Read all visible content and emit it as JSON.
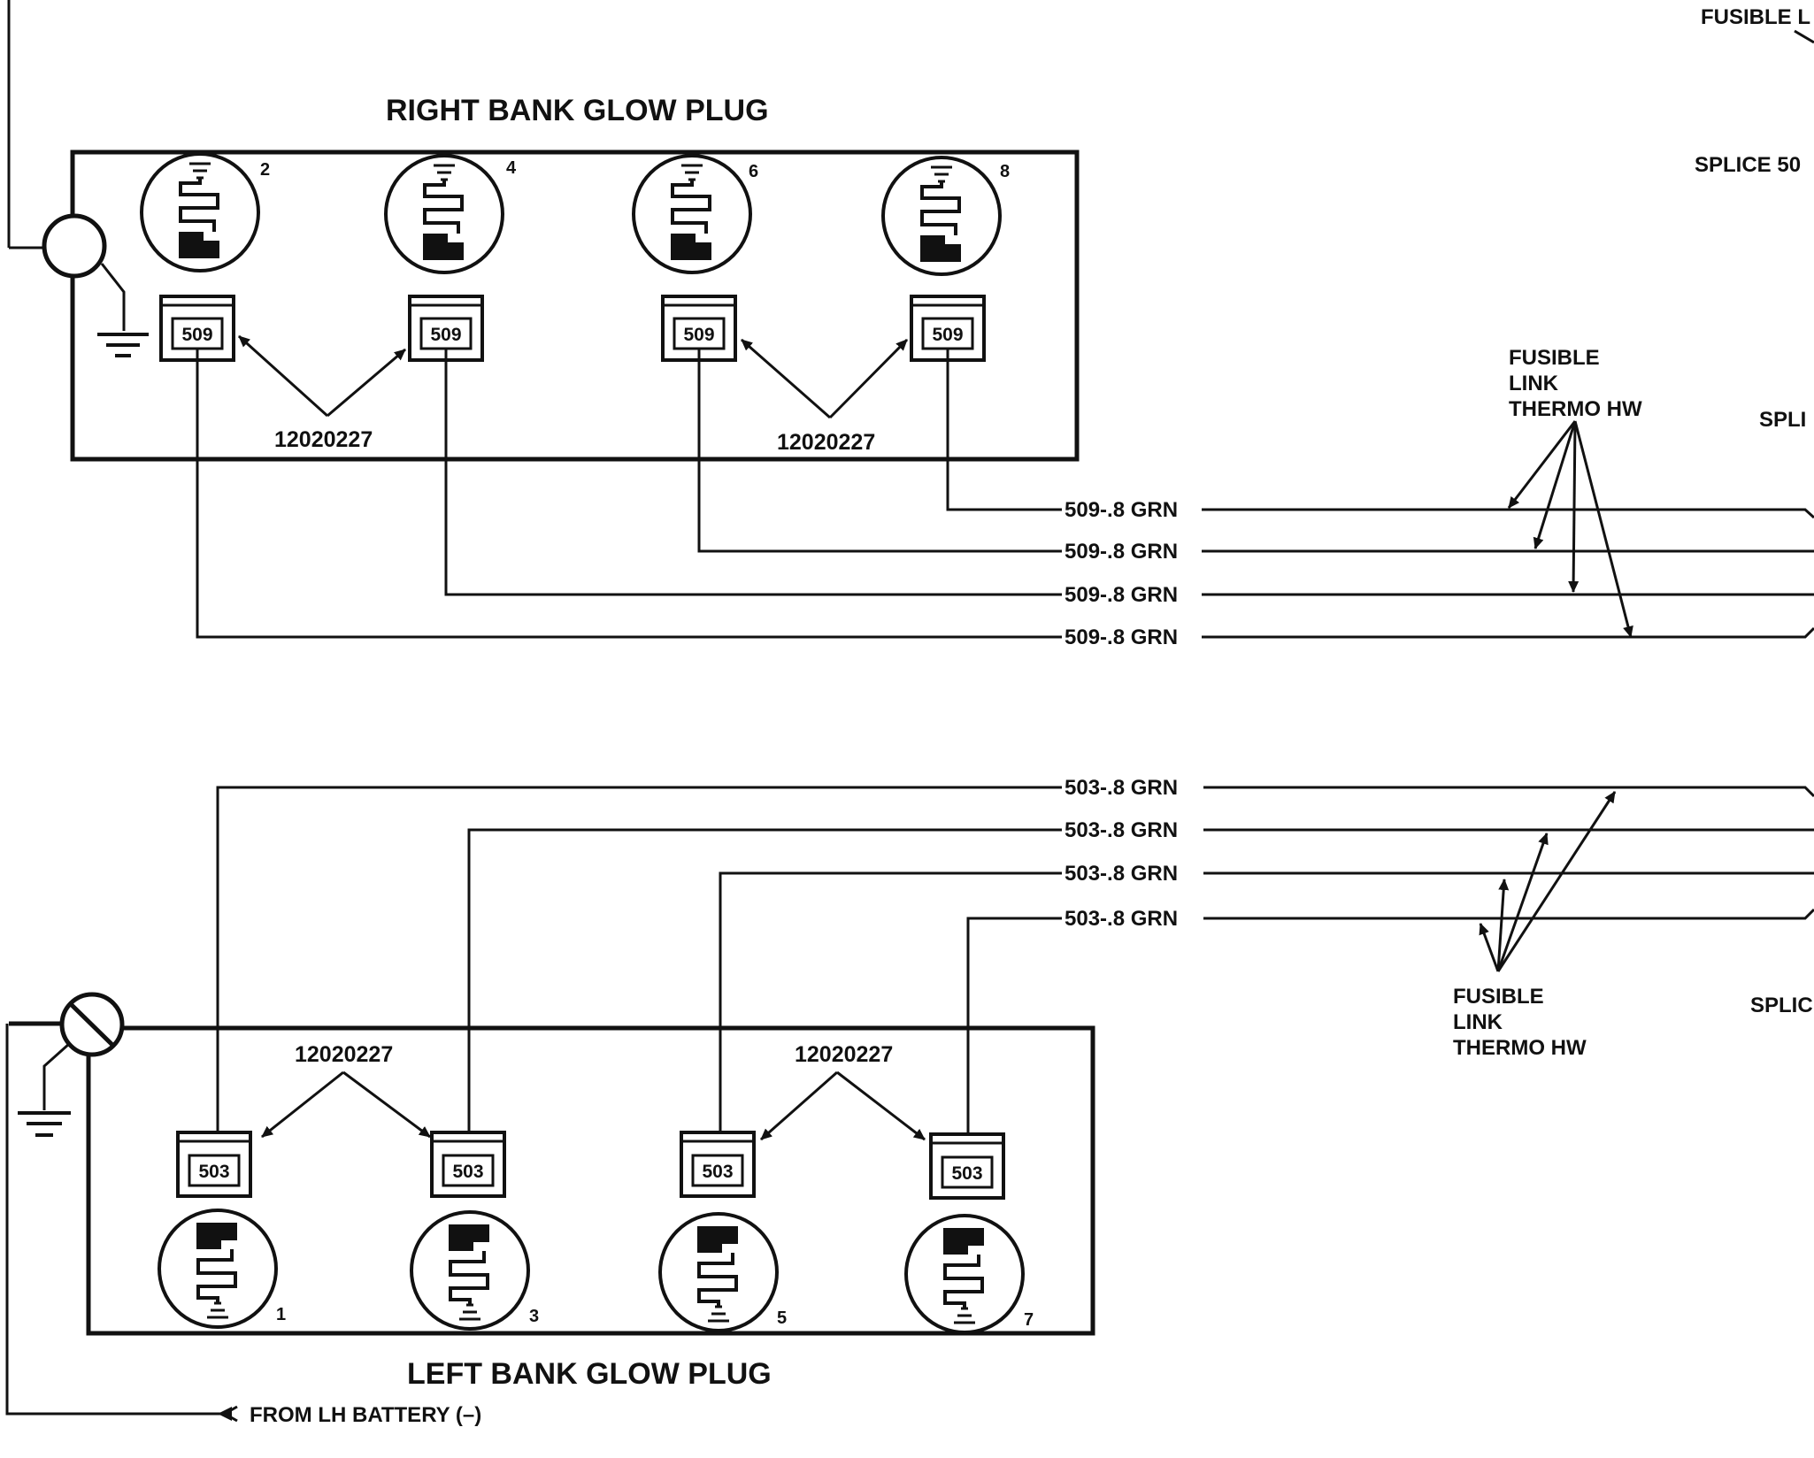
{
  "top_clip_label": "FUSIBLE L",
  "right_bank": {
    "title": "RIGHT BANK GLOW PLUG",
    "plugs": [
      {
        "number": "2",
        "terminal": "509"
      },
      {
        "number": "4",
        "terminal": "509"
      },
      {
        "number": "6",
        "terminal": "509"
      },
      {
        "number": "8",
        "terminal": "509"
      }
    ],
    "connector_part_left": "12020227",
    "connector_part_right": "12020227",
    "wires": [
      "509-.8 GRN",
      "509-.8 GRN",
      "509-.8 GRN",
      "509-.8 GRN"
    ],
    "fusible_link": [
      "FUSIBLE",
      "LINK",
      "THERMO HW"
    ],
    "splice_top": "SPLICE 50",
    "splice_mid": "SPLI"
  },
  "left_bank": {
    "title": "LEFT BANK GLOW PLUG",
    "plugs": [
      {
        "number": "1",
        "terminal": "503"
      },
      {
        "number": "3",
        "terminal": "503"
      },
      {
        "number": "5",
        "terminal": "503"
      },
      {
        "number": "7",
        "terminal": "503"
      }
    ],
    "connector_part_left": "12020227",
    "connector_part_right": "12020227",
    "wires": [
      "503-.8 GRN",
      "503-.8 GRN",
      "503-.8 GRN",
      "503-.8 GRN"
    ],
    "fusible_link": [
      "FUSIBLE",
      "LINK",
      "THERMO HW"
    ],
    "splice": "SPLIC"
  },
  "battery_label": "FROM LH BATTERY (–)"
}
